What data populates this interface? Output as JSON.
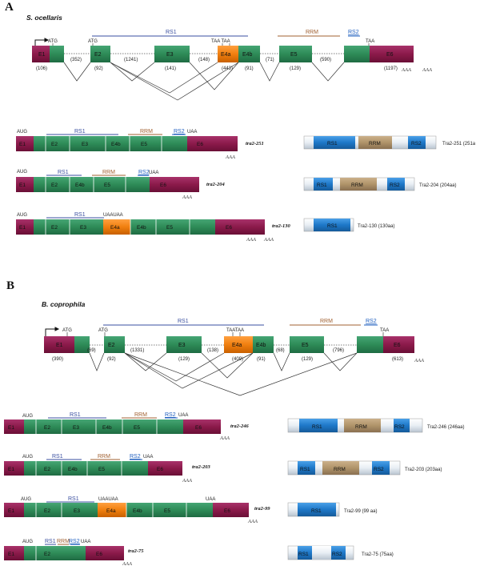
{
  "panels": [
    {
      "letter": "A",
      "species": "S. ocellaris",
      "gene": {
        "start_codon": "ATG",
        "start_codon_2": "ATG",
        "stop_codons_e4a": "TAA TAA",
        "stop_codon_e6": "TAA",
        "exons": [
          {
            "label": "E1",
            "size": "(106)"
          },
          {
            "label": "E2",
            "size": "(92)"
          },
          {
            "label": "E3",
            "size": "(141)"
          },
          {
            "label": "E4a",
            "size": "(443)"
          },
          {
            "label": "E4b",
            "size": "(91)"
          },
          {
            "label": "E5",
            "size": "(129)"
          },
          {
            "label": "E6",
            "size": "(1197)"
          }
        ],
        "introns": [
          "(352)",
          "(1241)",
          "(148)",
          "(71)",
          "(590)"
        ],
        "domains": {
          "rs1": "RS1",
          "rrm": "RRM",
          "rs2": "RS2"
        },
        "poly": "AAA"
      },
      "transcripts": [
        {
          "name": "tra2-251",
          "exons": [
            "E1",
            "E2",
            "E3",
            "E4b",
            "E5",
            "E6"
          ],
          "start": "AUG",
          "stop": "UAA",
          "domains": [
            "RS1",
            "RRM",
            "RS2"
          ],
          "protein": "Tra2-251 (251a"
        },
        {
          "name": "tra2-204",
          "exons": [
            "E1",
            "E2",
            "E4b",
            "E5",
            "E6"
          ],
          "start": "AUG",
          "stop": "UAA",
          "domains": [
            "RS1",
            "RRM",
            "RS2"
          ],
          "protein": "Tra2-204 (204aa)"
        },
        {
          "name": "tra2-130",
          "exons": [
            "E1",
            "E2",
            "E3",
            "E4a",
            "E4b",
            "E5",
            "E6"
          ],
          "start": "AUG",
          "stop": "UAAUAA",
          "domains": [
            "RS1"
          ],
          "protein": "Tra2-130 (130aa)"
        }
      ]
    },
    {
      "letter": "B",
      "species": "B. coprophila",
      "gene": {
        "start_codon": "ATG",
        "start_codon_2": "ATG",
        "stop_codons_e4a": "TAATAA",
        "stop_codon_e6": "TAA",
        "exons": [
          {
            "label": "E1",
            "size": "(390)"
          },
          {
            "label": "E2",
            "size": "(92)"
          },
          {
            "label": "E3",
            "size": "(129)"
          },
          {
            "label": "E4a",
            "size": "(409)"
          },
          {
            "label": "E4b",
            "size": "(91)"
          },
          {
            "label": "E5",
            "size": "(129)"
          },
          {
            "label": "E6",
            "size": "(613)"
          }
        ],
        "introns": [
          "(69)",
          "(1331)",
          "(138)",
          "(68)",
          "(796)"
        ],
        "domains": {
          "rs1": "RS1",
          "rrm": "RRM",
          "rs2": "RS2"
        },
        "poly": "AAA"
      },
      "transcripts": [
        {
          "name": "tra2-246",
          "exons": [
            "E1",
            "E2",
            "E3",
            "E4b",
            "E5",
            "E6"
          ],
          "start": "AUG",
          "stop": "UAA",
          "domains": [
            "RS1",
            "RRM",
            "RS2"
          ],
          "protein": "Tra2-246 (246aa)"
        },
        {
          "name": "tra2-203",
          "exons": [
            "E1",
            "E2",
            "E4b",
            "E5",
            "E6"
          ],
          "start": "AUG",
          "stop": "UAA",
          "domains": [
            "RS1",
            "RRM",
            "RS2"
          ],
          "protein": "Tra2-203 (203aa)"
        },
        {
          "name": "tra2-99",
          "exons": [
            "E1",
            "E2",
            "E3",
            "E4a",
            "E4b",
            "E5",
            "E6"
          ],
          "start": "AUG",
          "stop": "UAAUAA",
          "stop_2": "UAA",
          "domains": [
            "RS1"
          ],
          "protein": "Tra2-99 (99 aa)"
        },
        {
          "name": "tra2-75",
          "exons": [
            "E1",
            "E2",
            "E6"
          ],
          "start": "AUG",
          "stop": "UAA",
          "domains": [
            "RS1",
            "RRM",
            "RS2"
          ],
          "protein": "Tra2-75 (75aa)"
        }
      ]
    }
  ],
  "colors": {
    "exon_green": "#2e8b57",
    "exon_green_dark": "#1f6b43",
    "utr_maroon": "#8b1a4a",
    "exon_orange": "#f07f0f",
    "domain_blue": "#1e78c8",
    "domain_tan": "#b0946a",
    "rs_line": "#3a4fa0",
    "rrm_line": "#a06030"
  }
}
